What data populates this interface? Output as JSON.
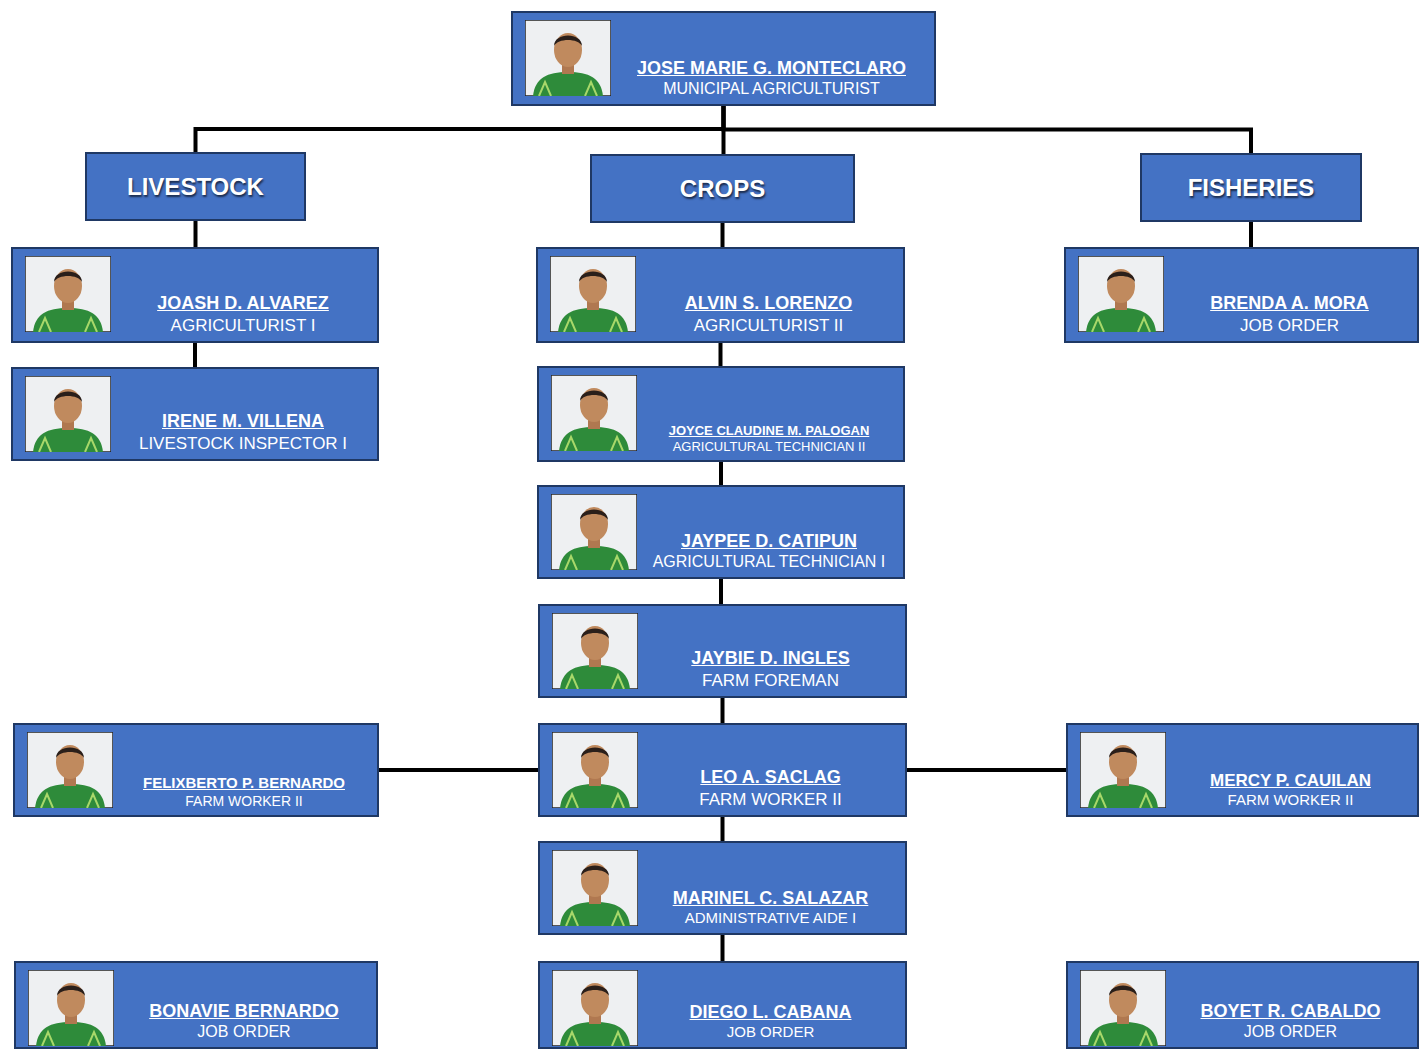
{
  "diagram": {
    "nodes": [
      {
        "text": [
          "JOSE MARIE G. MONTECLARO",
          "MUNICIPAL AGRICULTURIST"
        ]
      },
      {
        "text": [
          "LIVESTOCK"
        ]
      },
      {
        "text": [
          "CROPS"
        ]
      },
      {
        "text": [
          "FISHERIES"
        ]
      },
      {
        "text": [
          "JOASH D. ALVAREZ",
          "AGRICULTURIST I"
        ]
      },
      {
        "text": [
          "ALVIN S. LORENZO",
          "AGRICULTURIST II"
        ]
      },
      {
        "text": [
          "BRENDA A. MORA",
          "JOB ORDER"
        ]
      },
      {
        "text": [
          "IRENE M. VILLENA",
          "LIVESTOCK INSPECTOR I"
        ]
      },
      {
        "text": [
          "JOYCE CLAUDINE M. PALOGAN",
          "AGRICULTURAL TECHNICIAN II"
        ]
      },
      {
        "text": [
          "JAYPEE D. CATIPUN",
          "AGRICULTURAL TECHNICIAN I"
        ]
      },
      {
        "text": [
          "JAYBIE D. INGLES",
          "FARM FOREMAN"
        ]
      },
      {
        "text": [
          "FELIXBERTO P. BERNARDO",
          "FARM WORKER II"
        ]
      },
      {
        "text": [
          "LEO A. SACLAG",
          "FARM WORKER II"
        ]
      },
      {
        "text": [
          "MERCY P. CAUILAN",
          "FARM WORKER II"
        ]
      },
      {
        "text": [
          "MARINEL C. SALAZAR",
          "ADMINISTRATIVE AIDE I"
        ]
      },
      {
        "text": [
          "BONAVIE BERNARDO",
          "JOB ORDER"
        ]
      },
      {
        "text": [
          "DIEGO L. CABANA",
          "JOB ORDER"
        ]
      },
      {
        "text": [
          "BOYET R. CABALDO",
          "JOB ORDER"
        ]
      }
    ],
    "edges": [
      {
        "from": 0,
        "to": 1,
        "arrow": "none"
      },
      {
        "from": 0,
        "to": 2,
        "arrow": "none"
      },
      {
        "from": 0,
        "to": 3,
        "arrow": "none"
      },
      {
        "from": 1,
        "to": 4,
        "arrow": "none"
      },
      {
        "from": 4,
        "to": 7,
        "arrow": "none"
      },
      {
        "from": 2,
        "to": 5,
        "arrow": "none"
      },
      {
        "from": 5,
        "to": 8,
        "arrow": "none"
      },
      {
        "from": 8,
        "to": 9,
        "arrow": "none"
      },
      {
        "from": 9,
        "to": 10,
        "arrow": "none"
      },
      {
        "from": 10,
        "to": 12,
        "arrow": "none"
      },
      {
        "from": 12,
        "to": 11,
        "arrow": "none"
      },
      {
        "from": 12,
        "to": 13,
        "arrow": "none"
      },
      {
        "from": 12,
        "to": 14,
        "arrow": "none"
      },
      {
        "from": 14,
        "to": 16,
        "arrow": "none"
      },
      {
        "from": 3,
        "to": 6,
        "arrow": "none"
      }
    ]
  }
}
